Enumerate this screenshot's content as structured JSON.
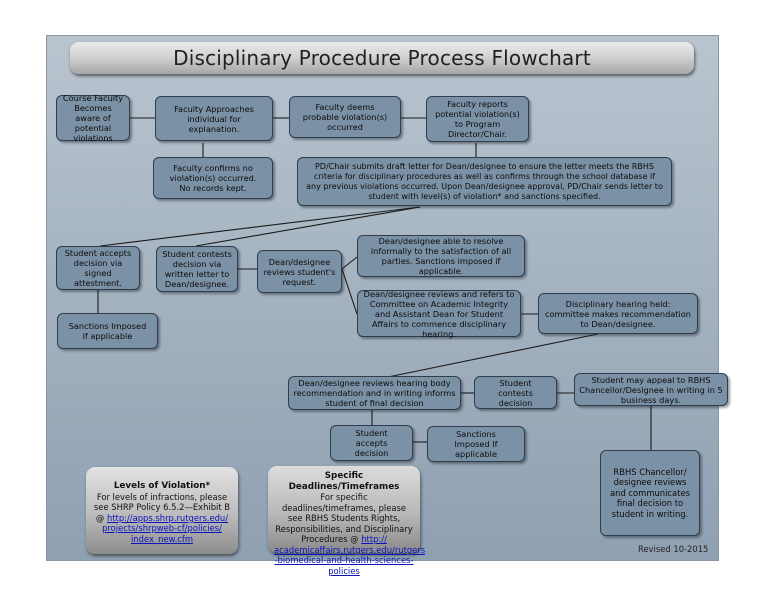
{
  "title": "Disciplinary Procedure Process Flowchart",
  "steps": {
    "course_faculty": "Course Faculty Becomes aware of potential violations",
    "faculty_approaches": "Faculty Approaches individual for explanation.",
    "faculty_deems": "Faculty deems probable violation(s) occurred",
    "faculty_reports": "Faculty reports potential violation(s) to Program Director/Chair.",
    "faculty_confirms_no": "Faculty confirms no violation(s) occurred. No records kept.",
    "pd_chair_submits": "PD/Chair submits draft letter for Dean/designee to ensure the letter meets the RBHS criteria for disciplinary procedures as well as confirms through the school database if any previous violations occurred. Upon Dean/designee approval, PD/Chair sends letter to student with level(s) of violation* and sanctions specified.",
    "student_accepts_1": "Student accepts decision via signed attestment.",
    "student_contests_1": "Student contests decision via written letter to Dean/designee.",
    "dean_reviews_request": "Dean/designee reviews student's request.",
    "dean_resolve": "Dean/designee able to resolve informally to the satisfaction of all parties. Sanctions imposed if applicable.",
    "dean_refers": "Dean/designee reviews and refers to Committee on Academic Integrity and Assistant Dean for Student Affairs to commence disciplinary hearing.",
    "hearing_held": "Disciplinary hearing held: committee makes recommendation to Dean/designee.",
    "sanctions_1": "Sanctions Imposed if applicable",
    "dean_reviews_hearing": "Dean/designee reviews hearing body recommendation and in writing informs student of final decision",
    "student_contests_2": "Student contests decision",
    "student_appeal": "Student may appeal to RBHS Chancellor/Designee in writing in 5 business days.",
    "student_accepts_2": "Student accepts decision",
    "sanctions_2": "Sanctions Imposed If applicable",
    "chancellor_reviews": "RBHS Chancellor/ designee reviews and communicates final decision to student in writing."
  },
  "notes": {
    "levels": {
      "title": "Levels of Violation*",
      "text": "For levels of infractions, please see SHRP Policy 6.5.2—Exhibit B @",
      "link": "http://apps.shrp.rutgers.edu/ projects/shrpweb-cf/policies/ index_new.cfm"
    },
    "deadlines": {
      "title": "Specific Deadlines/Timeframes",
      "text": "For specific deadlines/timeframes, please see RBHS Students Rights, Responsibilities, and Disciplinary Procedures @",
      "link": "http:// academicaffairs.rutgers.edu/rutgers -biomedical-and-health-sciences- policies"
    }
  },
  "revised": "Revised 10-2015",
  "colors": {
    "box_fill": "#7b91a6",
    "box_border": "#2f3d4c",
    "link": "#0b14b8"
  }
}
